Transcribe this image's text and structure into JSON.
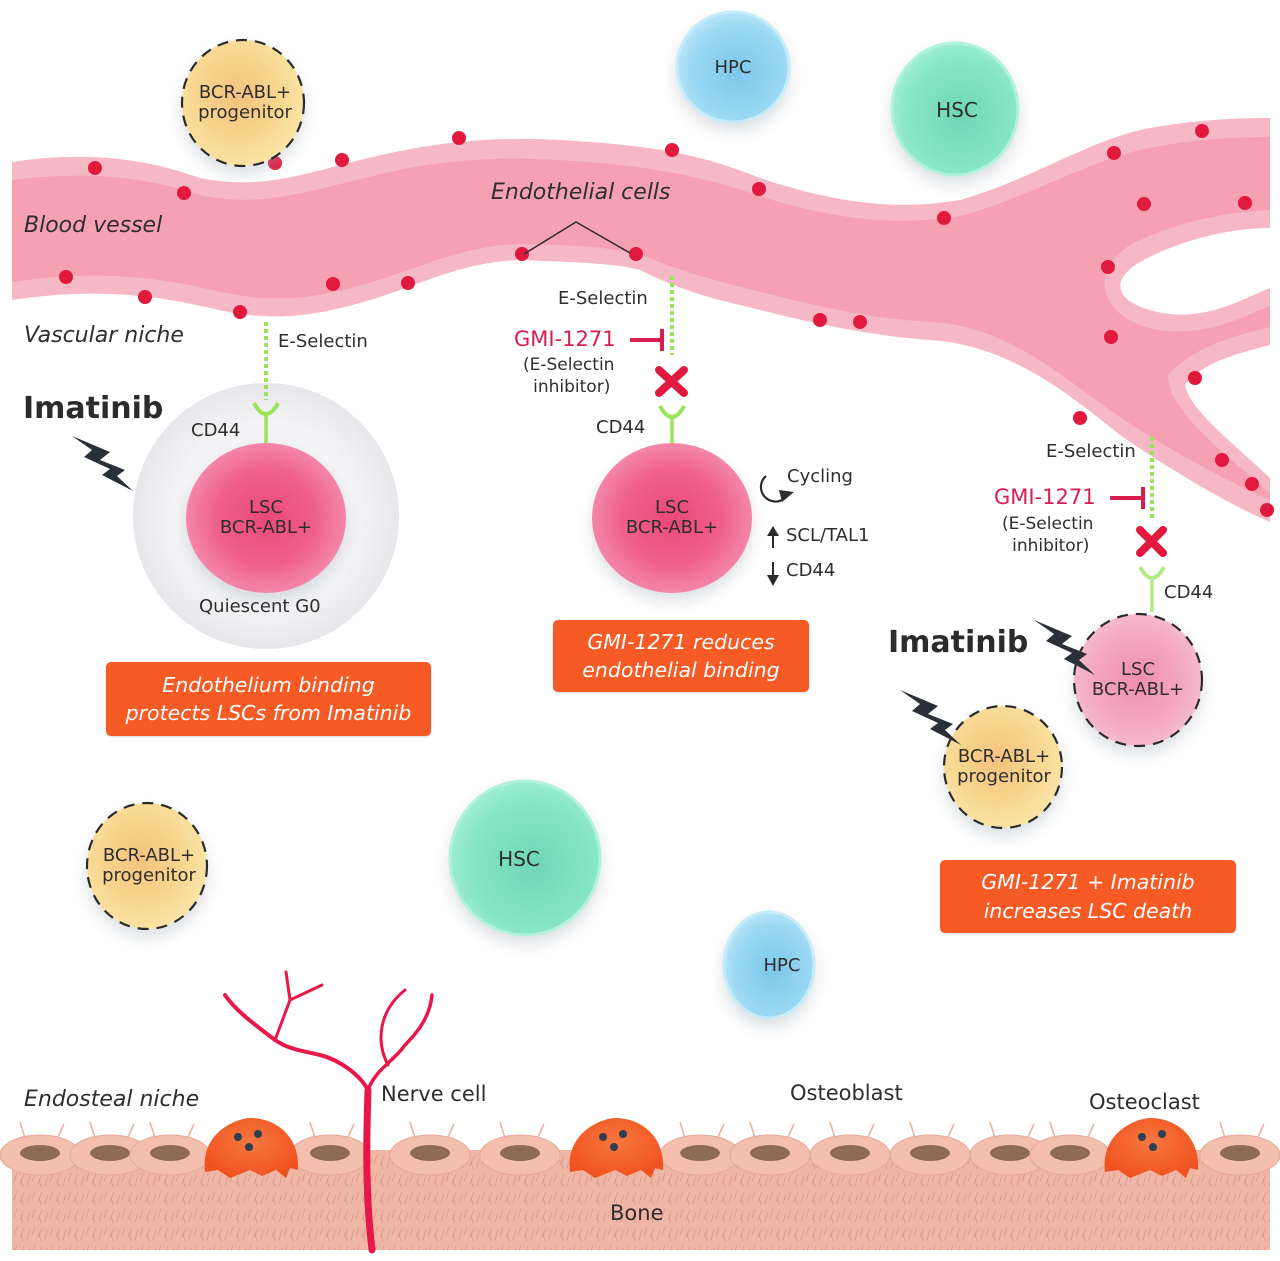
{
  "figure": {
    "regions": {
      "blood_vessel": "Blood vessel",
      "vascular_niche": "Vascular niche",
      "endosteal_niche": "Endosteal niche",
      "endothelial_cells": "Endothelial cells"
    },
    "free_cells": {
      "progenitor_top": [
        "BCR-ABL+",
        "progenitor"
      ],
      "progenitor_bottom": [
        "BCR-ABL+",
        "progenitor"
      ],
      "hpc_top": "HPC",
      "hsc_top": "HSC",
      "hsc_bottom": "HSC",
      "hpc_bottom": "HPC"
    },
    "panel_left": {
      "e_selectin": "E-Selectin",
      "cd44": "CD44",
      "drug": "Imatinib",
      "lsc": [
        "LSC",
        "BCR-ABL+"
      ],
      "state": "Quiescent G0",
      "summary": [
        "Endothelium binding",
        "protects LSCs from Imatinib"
      ]
    },
    "panel_middle": {
      "e_selectin": "E-Selectin",
      "inhibitor": "GMI-1271",
      "inhibitor_note": [
        "(E-Selectin",
        "inhibitor)"
      ],
      "cd44": "CD44",
      "lsc": [
        "LSC",
        "BCR-ABL+"
      ],
      "effects": {
        "cycling": "Cycling",
        "up": "SCL/TAL1",
        "down": "CD44"
      },
      "summary": [
        "GMI-1271 reduces",
        "endothelial binding"
      ]
    },
    "panel_right": {
      "e_selectin": "E-Selectin",
      "inhibitor": "GMI-1271",
      "inhibitor_note": [
        "(E-Selectin",
        "inhibitor)"
      ],
      "cd44": "CD44",
      "drug": "Imatinib",
      "lsc": [
        "LSC",
        "BCR-ABL+"
      ],
      "progenitor": [
        "BCR-ABL+",
        "progenitor"
      ],
      "summary": [
        "GMI-1271 + Imatinib",
        "increases LSC death"
      ]
    },
    "bone_region": {
      "nerve": "Nerve cell",
      "osteoblast": "Osteoblast",
      "osteoclast": "Osteoclast",
      "bone": "Bone"
    },
    "icons": {
      "inhibition": "inhibition-bar-icon",
      "block": "x-mark-icon",
      "drug_hit": "lightning-bolt-icon",
      "cycle": "cycle-arrow-icon",
      "increase": "arrow-up-icon",
      "decrease": "arrow-down-icon"
    },
    "colors": {
      "vessel_wall": "#f7b8c5",
      "vessel_lumen": "#f49aab",
      "endothelial_nucleus": "#e2193f",
      "summary_box": "#f75b25",
      "inhibitor_text": "#d81e4e",
      "e_selectin": "#9be35a",
      "lsc": "#ee5c8a",
      "hsc": "#7fe0bf",
      "hpc": "#8fd2ef",
      "progenitor": "#f6d890",
      "nerve": "#e8174a",
      "osteoclast": "#f5602a",
      "bone": "#edb1a2"
    }
  }
}
